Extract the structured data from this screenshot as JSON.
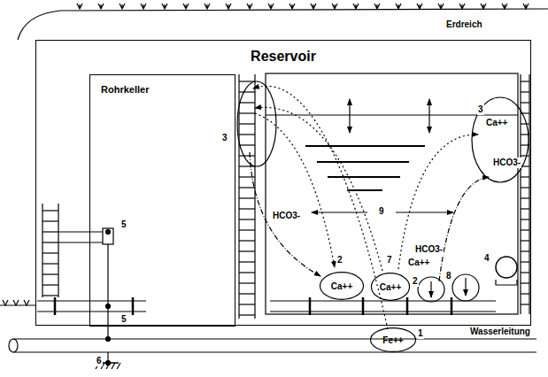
{
  "diagram": {
    "nodes": [
      {
        "text": [
          "Reservoir"
        ]
      },
      {
        "text": [
          "Rohrkeller"
        ],
        "in": 0
      },
      {
        "text": [
          "Ca++"
        ],
        "in": 0
      },
      {
        "text": [
          "Ca++"
        ],
        "in": 0
      },
      {
        "text": [
          "Fe++"
        ]
      }
    ],
    "labels": [
      "Erdreich",
      "3",
      "3",
      "Ca++",
      "HCO3-",
      "HCO3-",
      "2",
      "7",
      "Ca++",
      "2",
      "HCO3-",
      "4",
      "8",
      "9",
      "5",
      "5",
      "6",
      "1",
      "Wasserleitung"
    ]
  }
}
